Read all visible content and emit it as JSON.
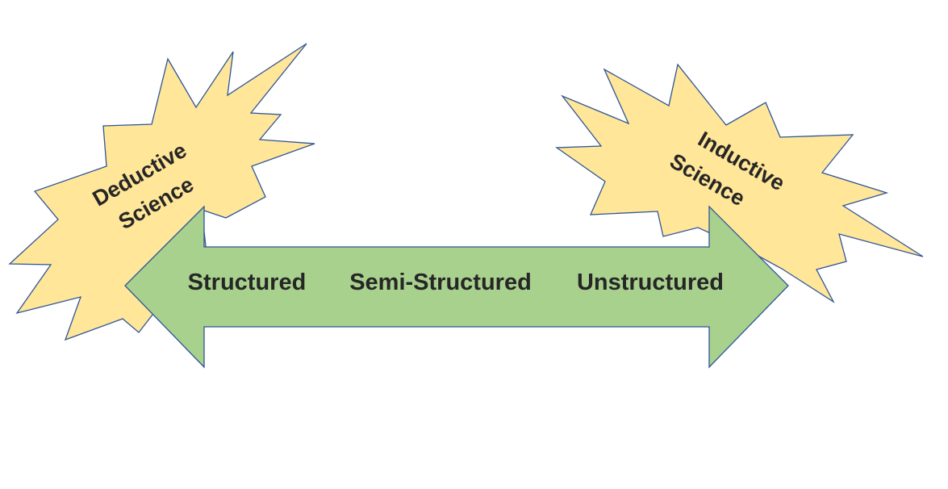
{
  "bursts": {
    "left": {
      "line1": "Deductive",
      "line2": "Science"
    },
    "right": {
      "line1": "Inductive",
      "line2": "Science"
    }
  },
  "arrow": {
    "labels": [
      "Structured",
      "Semi-Structured",
      "Unstructured"
    ]
  },
  "colors": {
    "burst_fill": "#ffe699",
    "arrow_fill": "#a9d18e",
    "outline": "#2f5597",
    "text": "#262626"
  }
}
